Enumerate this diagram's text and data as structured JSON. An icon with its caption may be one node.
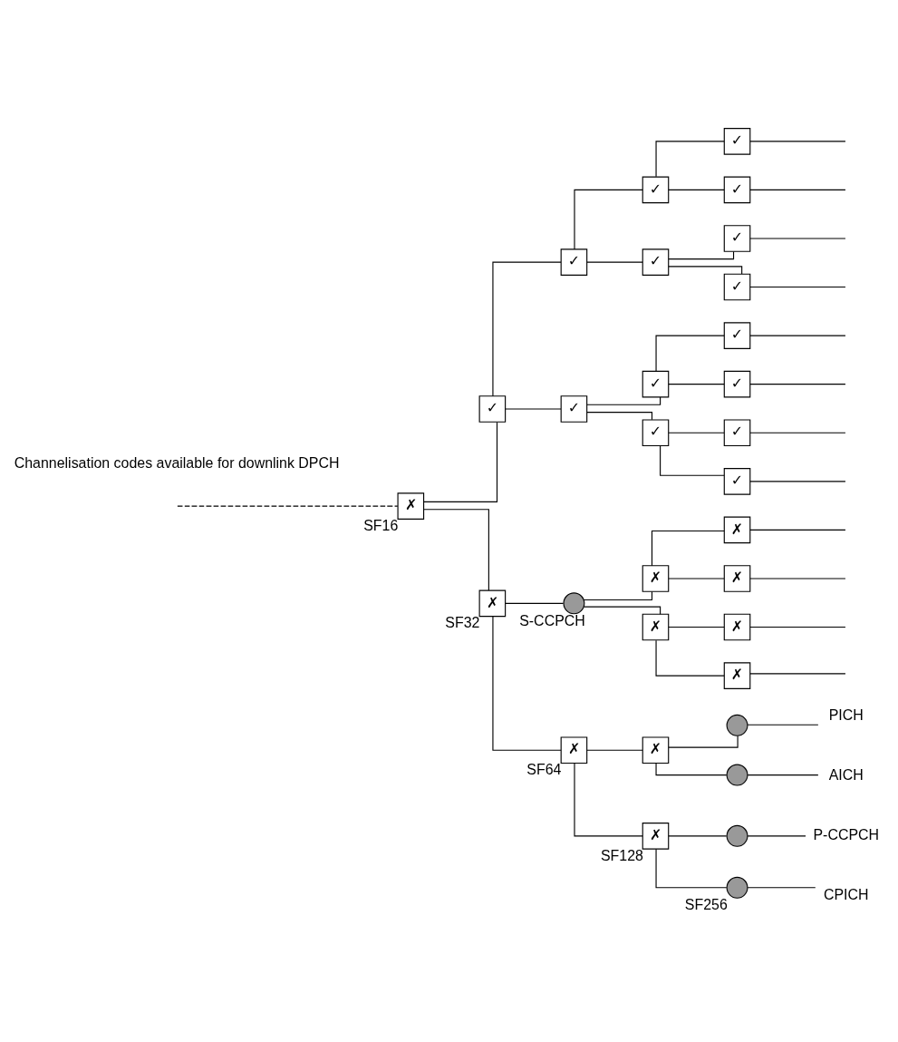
{
  "diagram": {
    "nodes": [
      {
        "text": [
          "✗"
        ],
        "beside": [
          "SF16"
        ]
      },
      {
        "text": [
          "✓"
        ]
      },
      {
        "text": [
          "✓"
        ]
      },
      {
        "text": [
          "✓"
        ]
      },
      {
        "text": [
          "✓"
        ]
      },
      {
        "text": [
          "✓"
        ]
      },
      {
        "text": [
          "✓"
        ]
      },
      {
        "text": [
          "✓"
        ]
      },
      {
        "text": [
          "✓"
        ]
      },
      {
        "text": [
          "✓"
        ]
      },
      {
        "text": [
          "✓"
        ]
      },
      {
        "text": [
          "✓"
        ]
      },
      {
        "text": [
          "✓"
        ]
      },
      {
        "text": [
          "✓"
        ]
      },
      {
        "text": [
          "✓"
        ]
      },
      {
        "text": [
          "✓"
        ]
      },
      {
        "text": [
          "✗"
        ],
        "beside": [
          "SF32"
        ]
      },
      {
        "text": [],
        "shape": "circle",
        "beside": [
          "S-CCPCH"
        ]
      },
      {
        "text": [
          "✗"
        ]
      },
      {
        "text": [
          "✗"
        ]
      },
      {
        "text": [
          "✗"
        ]
      },
      {
        "text": [
          "✗"
        ]
      },
      {
        "text": [
          "✗"
        ]
      },
      {
        "text": [
          "✗"
        ]
      },
      {
        "text": [
          "✗"
        ],
        "beside": [
          "SF64"
        ]
      },
      {
        "text": [
          "✗"
        ]
      },
      {
        "text": [],
        "shape": "circle"
      },
      {
        "text": [
          "PICH"
        ]
      },
      {
        "text": [],
        "shape": "circle"
      },
      {
        "text": [
          "AICH"
        ]
      },
      {
        "text": [
          "✗"
        ],
        "beside": [
          "SF128"
        ]
      },
      {
        "text": [],
        "shape": "circle"
      },
      {
        "text": [
          "P-CCPCH"
        ]
      },
      {
        "text": [],
        "shape": "circle",
        "beside": [
          "SF256"
        ]
      },
      {
        "text": [
          "CPICH"
        ]
      }
    ],
    "edges": [
      {
        "from": null,
        "to": 0,
        "arrow": "none",
        "style": "dashed"
      },
      {
        "from": 0,
        "to": 1,
        "arrow": "none"
      },
      {
        "from": 0,
        "to": 16,
        "arrow": "none"
      },
      {
        "from": 1,
        "to": 2,
        "arrow": "none"
      },
      {
        "from": 1,
        "to": 9,
        "arrow": "none"
      },
      {
        "from": 2,
        "to": 3,
        "arrow": "none"
      },
      {
        "from": 2,
        "to": 6,
        "arrow": "none"
      },
      {
        "from": 3,
        "to": 4,
        "arrow": "none"
      },
      {
        "from": 3,
        "to": 5,
        "arrow": "none"
      },
      {
        "from": 6,
        "to": 7,
        "arrow": "none"
      },
      {
        "from": 6,
        "to": 8,
        "arrow": "none"
      },
      {
        "from": 9,
        "to": 10,
        "arrow": "none"
      },
      {
        "from": 9,
        "to": 13,
        "arrow": "none"
      },
      {
        "from": 10,
        "to": 11,
        "arrow": "none"
      },
      {
        "from": 10,
        "to": 12,
        "arrow": "none"
      },
      {
        "from": 13,
        "to": 14,
        "arrow": "none"
      },
      {
        "from": 13,
        "to": 15,
        "arrow": "none"
      },
      {
        "from": 4,
        "to": null,
        "arrow": "none"
      },
      {
        "from": 5,
        "to": null,
        "arrow": "none"
      },
      {
        "from": 7,
        "to": null,
        "arrow": "none"
      },
      {
        "from": 8,
        "to": null,
        "arrow": "none"
      },
      {
        "from": 11,
        "to": null,
        "arrow": "none"
      },
      {
        "from": 12,
        "to": null,
        "arrow": "none"
      },
      {
        "from": 14,
        "to": null,
        "arrow": "none"
      },
      {
        "from": 15,
        "to": null,
        "arrow": "none"
      },
      {
        "from": 16,
        "to": 17,
        "arrow": "none"
      },
      {
        "from": 16,
        "to": 24,
        "arrow": "none"
      },
      {
        "from": 17,
        "to": 18,
        "arrow": "none"
      },
      {
        "from": 17,
        "to": 21,
        "arrow": "none"
      },
      {
        "from": 18,
        "to": 19,
        "arrow": "none"
      },
      {
        "from": 18,
        "to": 20,
        "arrow": "none"
      },
      {
        "from": 21,
        "to": 22,
        "arrow": "none"
      },
      {
        "from": 21,
        "to": 23,
        "arrow": "none"
      },
      {
        "from": 19,
        "to": null,
        "arrow": "none"
      },
      {
        "from": 20,
        "to": null,
        "arrow": "none"
      },
      {
        "from": 22,
        "to": null,
        "arrow": "none"
      },
      {
        "from": 23,
        "to": null,
        "arrow": "none"
      },
      {
        "from": 24,
        "to": 25,
        "arrow": "none"
      },
      {
        "from": 24,
        "to": 30,
        "arrow": "none"
      },
      {
        "from": 25,
        "to": 26,
        "arrow": "none"
      },
      {
        "from": 25,
        "to": 28,
        "arrow": "none"
      },
      {
        "from": 26,
        "to": 27,
        "arrow": "none"
      },
      {
        "from": 28,
        "to": 29,
        "arrow": "none"
      },
      {
        "from": 30,
        "to": 31,
        "arrow": "none"
      },
      {
        "from": 30,
        "to": 33,
        "arrow": "none"
      },
      {
        "from": 31,
        "to": 32,
        "arrow": "none"
      },
      {
        "from": 33,
        "to": 34,
        "arrow": "none"
      }
    ],
    "labels": [
      "Channelisation codes available for downlink DPCH"
    ]
  }
}
